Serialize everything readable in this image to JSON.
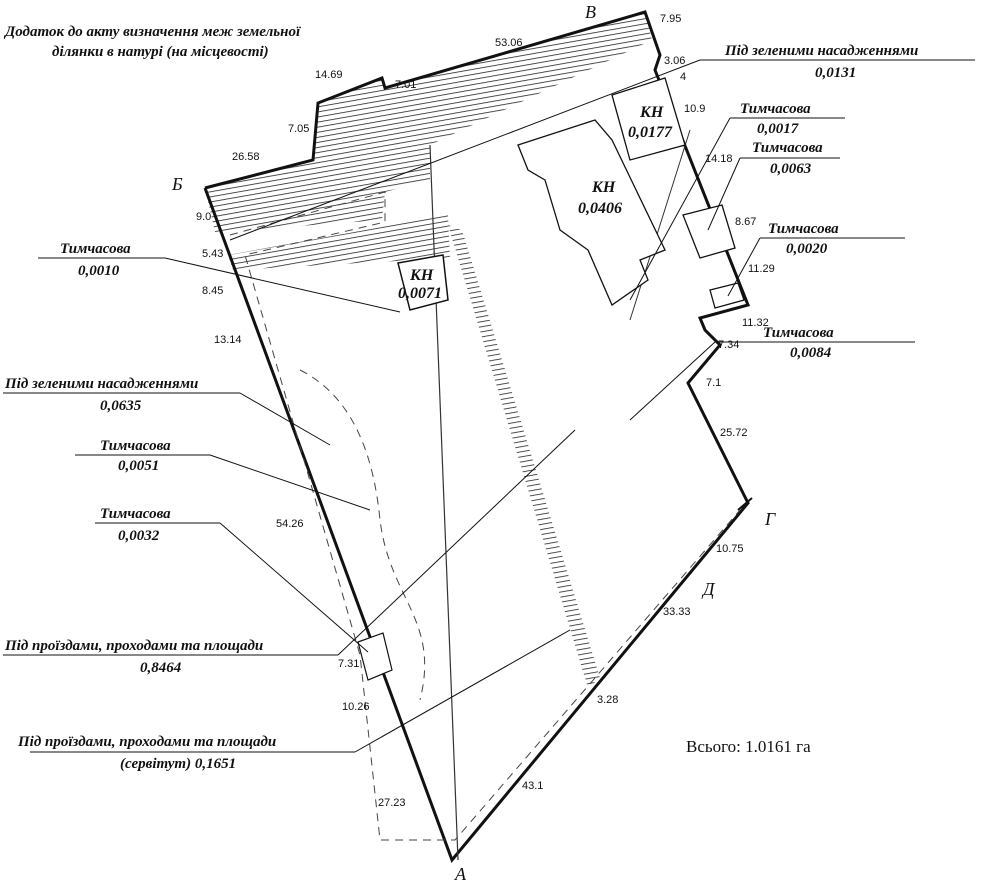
{
  "title": {
    "line1": "Додаток до акту визначення меж земельної",
    "line2": "ділянки в натурі (на місцевості)"
  },
  "points": {
    "A": "А",
    "B": "Б",
    "V": "В",
    "G": "Г",
    "D": "Д"
  },
  "areas": {
    "green_top": {
      "label": "Під зеленими насадженнями",
      "value": "0,0131"
    },
    "temp1": {
      "label": "Тимчасова",
      "value": "0,0017"
    },
    "temp2": {
      "label": "Тимчасова",
      "value": "0,0063"
    },
    "temp3": {
      "label": "Тимчасова",
      "value": "0,0020"
    },
    "temp4": {
      "label": "Тимчасова",
      "value": "0,0084"
    },
    "temp_left1": {
      "label": "Тимчасова",
      "value": "0,0010"
    },
    "green_left": {
      "label": "Під зеленими насадженнями",
      "value": "0,0635"
    },
    "temp_left2": {
      "label": "Тимчасова",
      "value": "0,0051"
    },
    "temp_left3": {
      "label": "Тимчасова",
      "value": "0,0032"
    },
    "roads": {
      "label": "Під проїздами, проходами та площади",
      "value": "0,8464"
    },
    "servitude": {
      "label": "Під проїздами, проходами та площади",
      "line2": "(сервітут) 0,1651"
    }
  },
  "kn": [
    {
      "name": "КН",
      "value": "0,0177"
    },
    {
      "name": "КН",
      "value": "0,0406"
    },
    {
      "name": "КН",
      "value": "0,0071"
    }
  ],
  "dims": {
    "d1": "26.58",
    "d2": "7.05",
    "d3": "14.69",
    "d4": "7.01",
    "d5": "53.06",
    "d6": "7.95",
    "d7": "3.06",
    "d8": "4",
    "d9": "10.9",
    "d10": "14.18",
    "d11": "8.67",
    "d12": "11.29",
    "d13": "11.32",
    "d14": "7.34",
    "d15": "7.1",
    "d16": "25.72",
    "d17": "10.75",
    "d18": "33.33",
    "d19": "3.28",
    "d20": "43.1",
    "d21": "27.23",
    "d22": "10.26",
    "d23": "7.31",
    "d24": "54.26",
    "d25": "13.14",
    "d26": "8.45",
    "d27": "5.43",
    "d28": "9.0"
  },
  "total": "Всього: 1.0161 га"
}
